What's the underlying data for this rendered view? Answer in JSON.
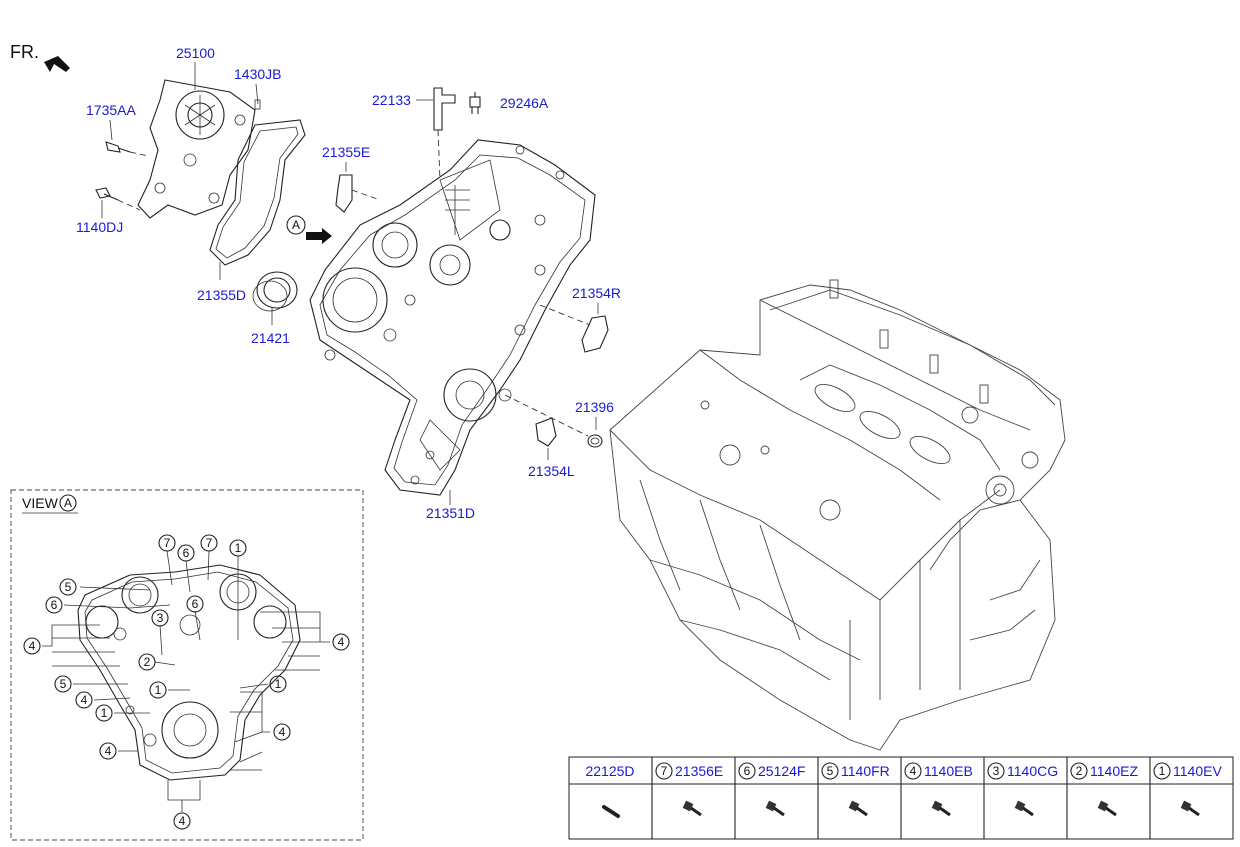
{
  "orientation": {
    "label": "FR."
  },
  "view_a": {
    "title": "VIEW",
    "marker": "A"
  },
  "callouts": {
    "p25100": "25100",
    "p1430JB": "1430JB",
    "p1735AA": "1735AA",
    "p1140DJ": "1140DJ",
    "p21355D": "21355D",
    "p21421": "21421",
    "p22133": "22133",
    "p29246A": "29246A",
    "p21355E": "21355E",
    "p21354R": "21354R",
    "p21396": "21396",
    "p21354L": "21354L",
    "p21351D": "21351D",
    "arrow_marker": "A"
  },
  "view_numbers": [
    "1",
    "2",
    "3",
    "4",
    "5",
    "6",
    "7"
  ],
  "bolt_table": {
    "columns": [
      {
        "number": "",
        "part": "22125D"
      },
      {
        "number": "7",
        "part": "21356E"
      },
      {
        "number": "6",
        "part": "25124F"
      },
      {
        "number": "5",
        "part": "1140FR"
      },
      {
        "number": "4",
        "part": "1140EB"
      },
      {
        "number": "3",
        "part": "1140CG"
      },
      {
        "number": "2",
        "part": "1140EZ"
      },
      {
        "number": "1",
        "part": "1140EV"
      }
    ]
  },
  "colors": {
    "callout_text": "#1a1ad6",
    "line": "#222222"
  }
}
